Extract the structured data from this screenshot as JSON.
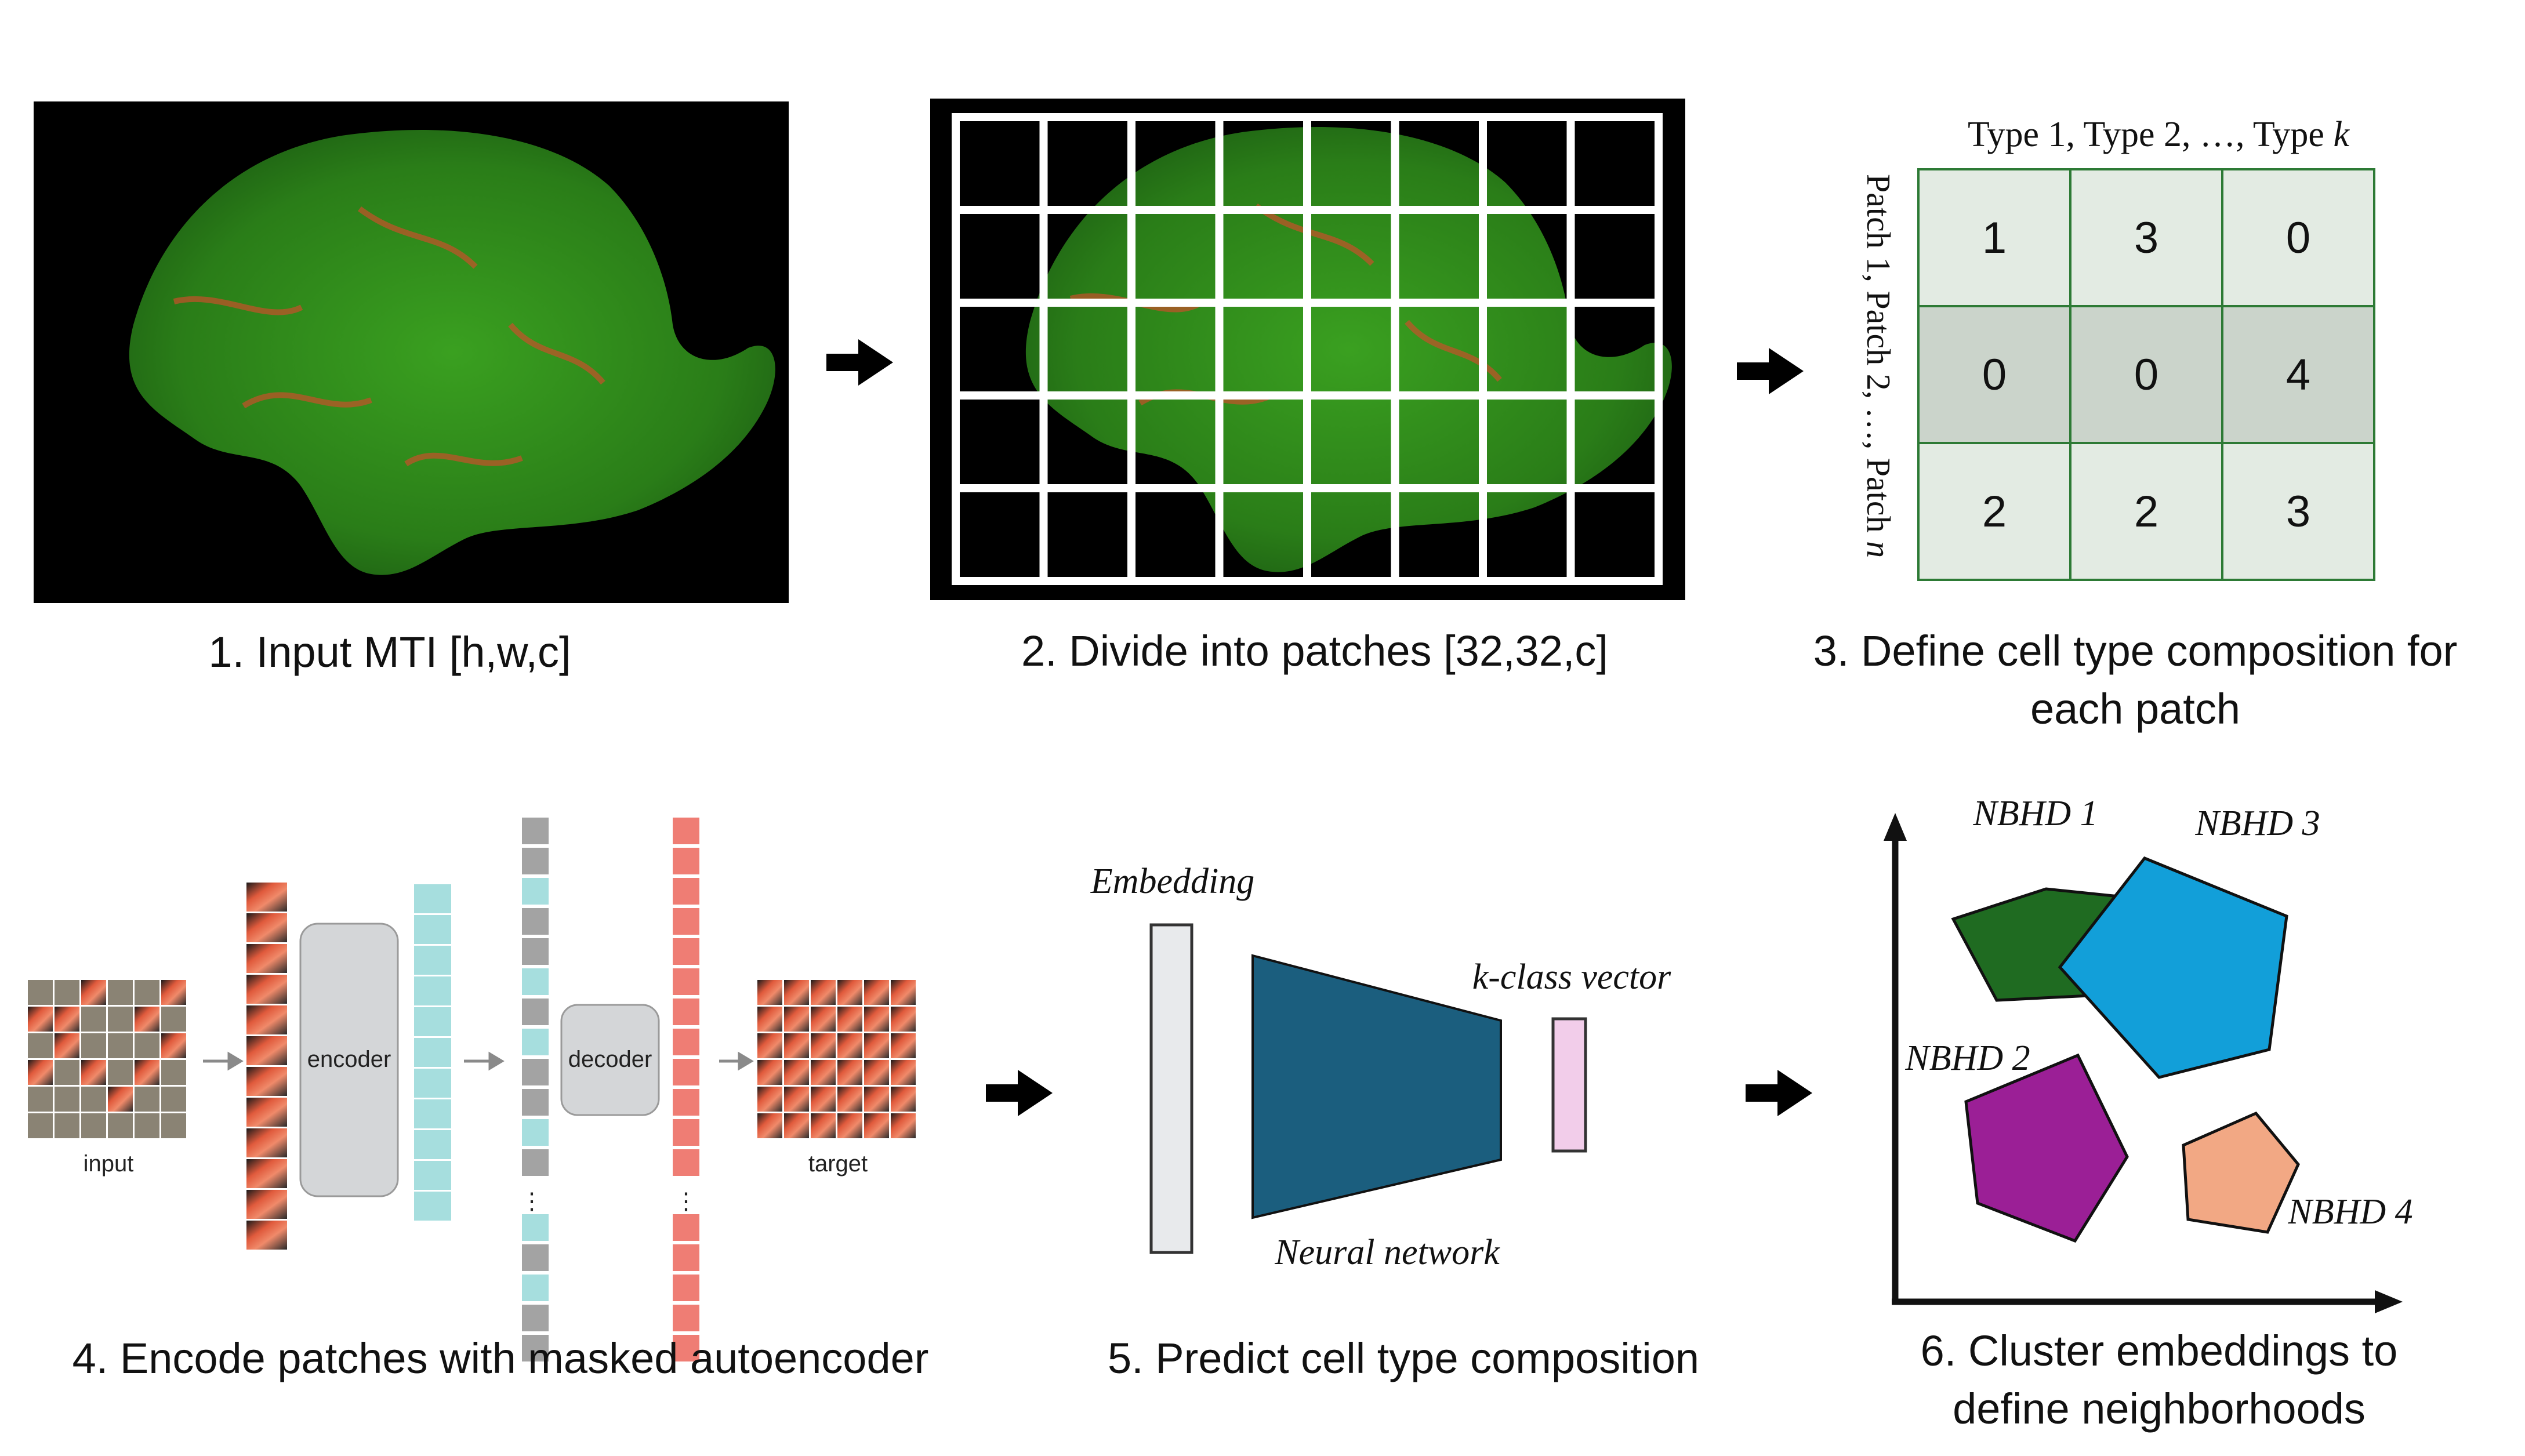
{
  "steps": [
    {
      "label": "1. Input MTI  [h,w,c]"
    },
    {
      "label": "2. Divide into patches [32,32,c]"
    },
    {
      "label": "3. Define cell type composition for",
      "label2": "each patch"
    },
    {
      "label": "4. Encode patches with masked autoencoder"
    },
    {
      "label": "5. Predict cell type composition"
    },
    {
      "label": "6. Cluster embeddings to",
      "label2": "define neighborhoods"
    }
  ],
  "composition_table": {
    "column_header_prefix": "Type 1, Type 2, …, Type ",
    "column_header_var": "k",
    "row_header_prefix": "Patch 1, Patch 2, …, Patch ",
    "row_header_var": "n",
    "rows": [
      [
        "1",
        "3",
        "0"
      ],
      [
        "0",
        "0",
        "4"
      ],
      [
        "2",
        "2",
        "3"
      ]
    ]
  },
  "mae": {
    "input_label": "input",
    "encoder_label": "encoder",
    "decoder_label": "decoder",
    "target_label": "target",
    "ellipsis": "⋮"
  },
  "predictor": {
    "embedding_label": "Embedding",
    "network_label": "Neural network",
    "output_label_var": "k",
    "output_label_rest": "-class vector"
  },
  "clusters": [
    {
      "label": "NBHD 1",
      "color": "#1f6b21"
    },
    {
      "label": "NBHD 2",
      "color": "#9b1f96"
    },
    {
      "label": "NBHD 3",
      "color": "#129fd9"
    },
    {
      "label": "NBHD 4",
      "color": "#f2a884"
    }
  ],
  "colors": {
    "table_light": "#e3ebe3",
    "table_dark": "#cbd4cb",
    "table_border": "#2d7a35",
    "tissue": "#2f8a1c",
    "mae_cyan": "#a6dede",
    "mae_red": "#ef7d74",
    "mae_gray": "#a3a3a3",
    "network": "#1b5e7e",
    "kvector": "#f2cdea"
  }
}
